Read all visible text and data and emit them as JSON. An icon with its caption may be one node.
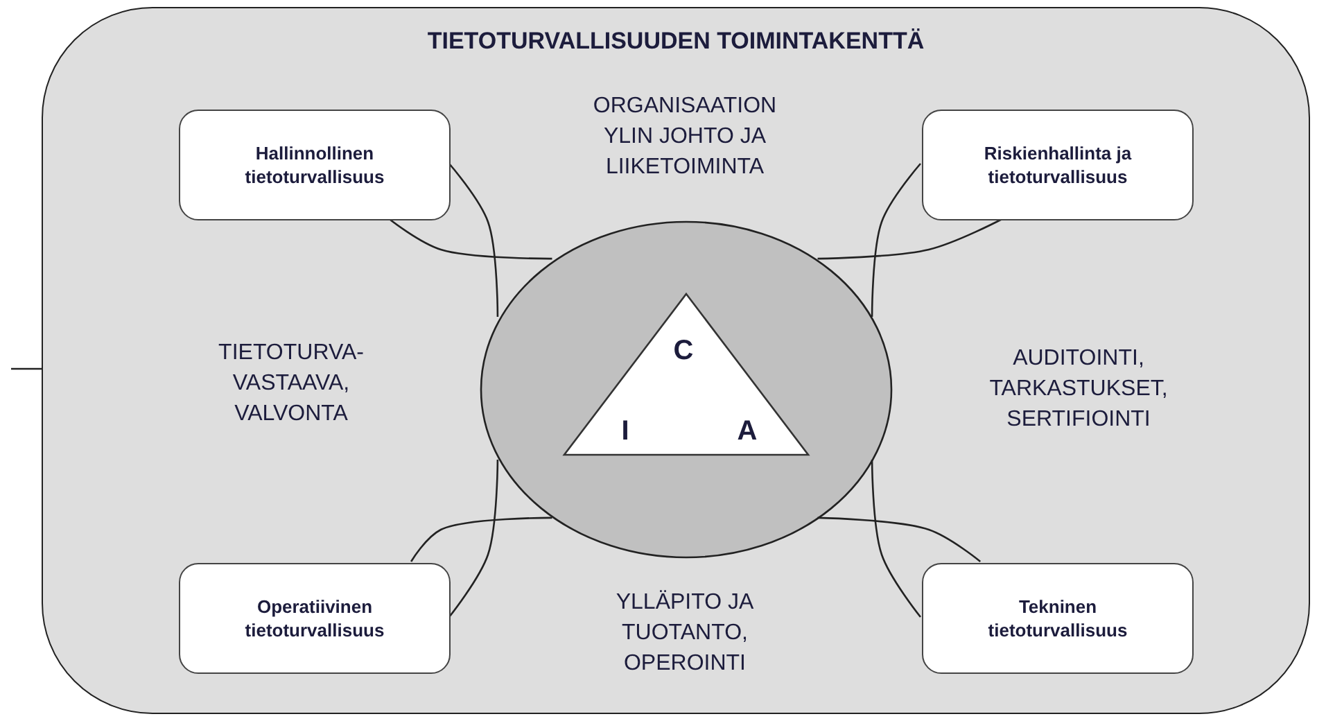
{
  "diagram": {
    "nodes": [
      {
        "text": [
          "TIETOTURVALLISUUDEN TOIMINTAKENTTÄ"
        ]
      },
      {
        "text": [
          "Hallinnollinen tietoturvallisuus"
        ],
        "in": 0
      },
      {
        "text": [
          "Riskienhallinta ja tietoturvallisuus"
        ],
        "in": 0
      },
      {
        "text": [],
        "shape": "circle",
        "in": 0
      },
      {
        "text": [
          "C",
          "I",
          "A"
        ],
        "in": 3
      },
      {
        "text": [
          "Operatiivinen tietoturvallisuus"
        ],
        "in": 0
      },
      {
        "text": [
          "Tekninen tietoturvallisuus"
        ],
        "in": 0
      }
    ],
    "edges": [
      {
        "from": 1,
        "to": 3,
        "arrow": "none"
      },
      {
        "from": 1,
        "to": 3,
        "arrow": "none"
      },
      {
        "from": 2,
        "to": 3,
        "arrow": "none"
      },
      {
        "from": 2,
        "to": 3,
        "arrow": "none"
      },
      {
        "from": 5,
        "to": 3,
        "arrow": "none"
      },
      {
        "from": 5,
        "to": 3,
        "arrow": "none"
      },
      {
        "from": 6,
        "to": 3,
        "arrow": "none"
      },
      {
        "from": 6,
        "to": 3,
        "arrow": "none"
      }
    ],
    "labels": [
      "ORGANISAATION YLIN JOHTO JA LIIKETOIMINTA",
      "TIETOTURVA- VASTAAVA, VALVONTA",
      "AUDITOINTI, TARKASTUKSET, SERTIFIOINTI",
      "YLLÄPITO JA TUOTANTO, OPEROINTI"
    ]
  }
}
